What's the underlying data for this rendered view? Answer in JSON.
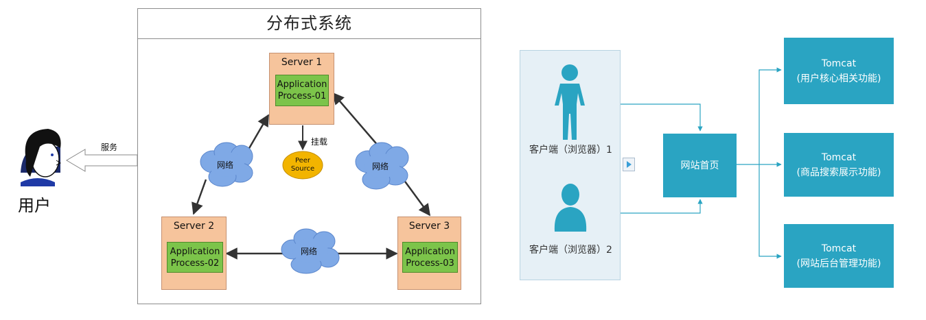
{
  "left_figure": {
    "title": "分布式系统",
    "user_label": "用户",
    "service_label": "服务",
    "servers": [
      {
        "label": "Server 1",
        "process": "Application Process-01"
      },
      {
        "label": "Server 2",
        "process": "Application Process-02"
      },
      {
        "label": "Server 3",
        "process": "Application Process-03"
      }
    ],
    "mount_label": "挂载",
    "peer_source": "Peer Source",
    "network_label": "网络",
    "colors": {
      "server": "#f6c49c",
      "process": "#7cc44a",
      "cloud": "#7fa9e6",
      "peer": "#f2b400"
    }
  },
  "right_figure": {
    "clients": [
      "客户端（浏览器）1",
      "客户端（浏览器）2"
    ],
    "homepage": "网站首页",
    "tomcats": [
      {
        "name": "Tomcat",
        "desc": "(用户核心相关功能)"
      },
      {
        "name": "Tomcat",
        "desc": "(商品搜索展示功能)"
      },
      {
        "name": "Tomcat",
        "desc": "(网站后台管理功能)"
      }
    ],
    "colors": {
      "box": "#2aa4c2",
      "person": "#2aa4c2",
      "panel": "#e6f0f6"
    }
  }
}
